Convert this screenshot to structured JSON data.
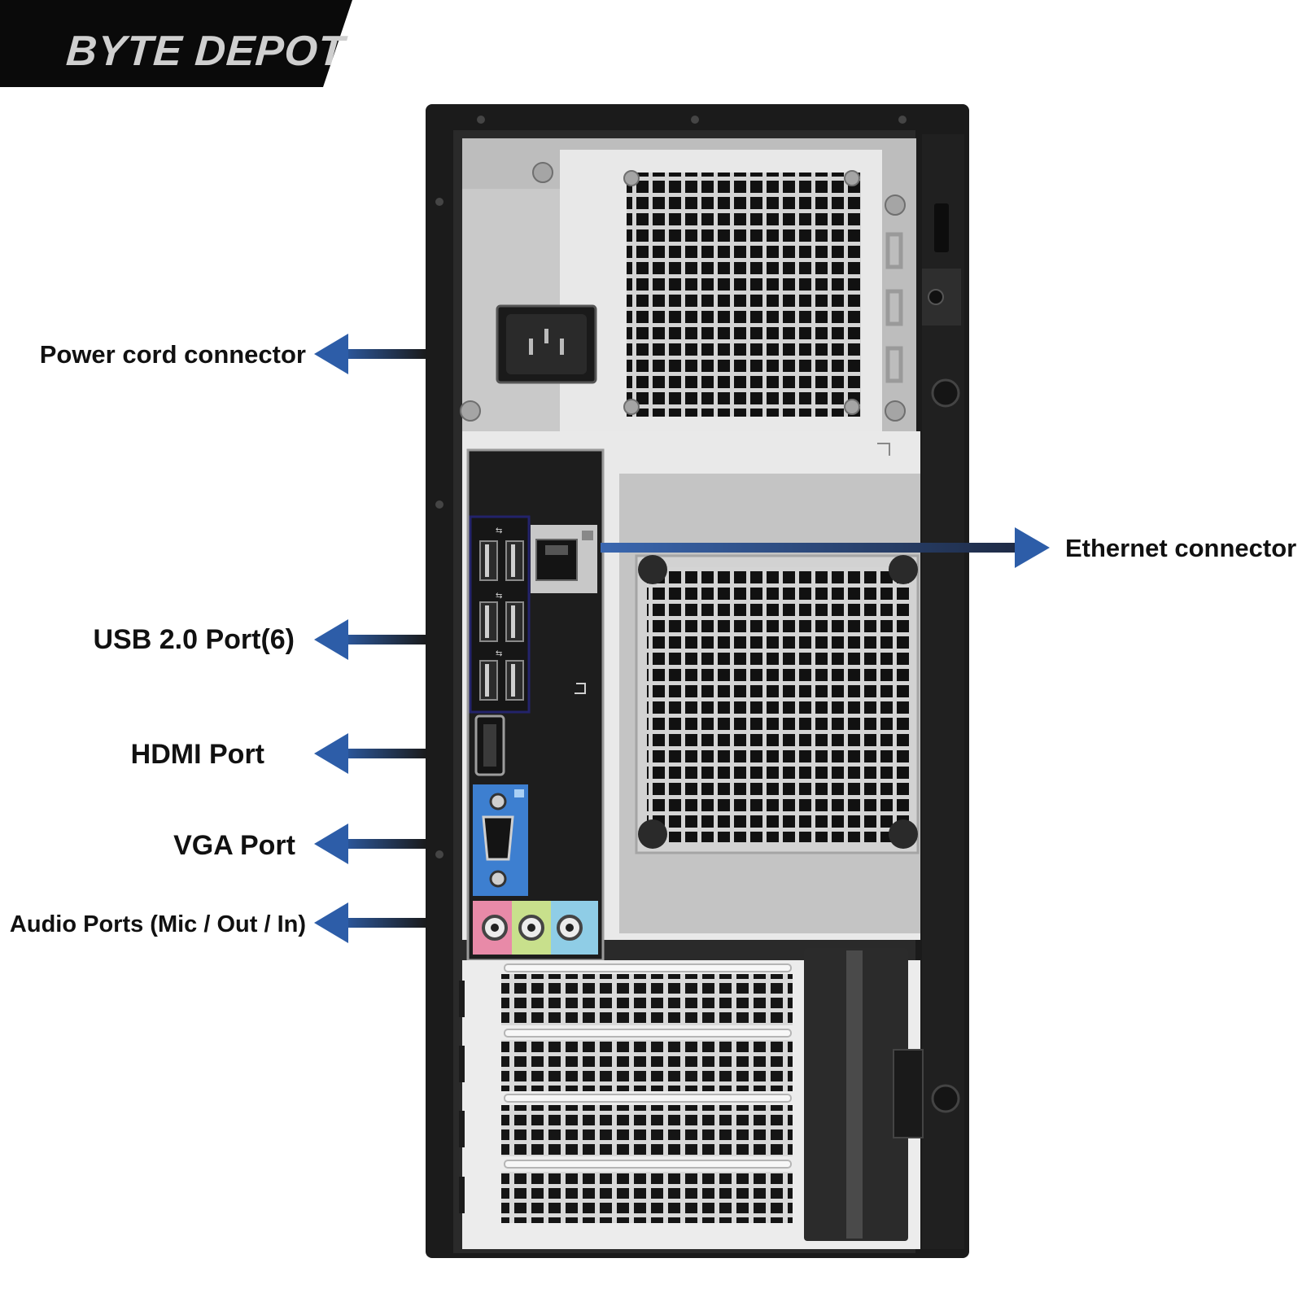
{
  "brand": {
    "name": "BYTE DEPOT"
  },
  "callouts": {
    "power": "Power cord connector",
    "ethernet": "Ethernet connector",
    "usb": "USB 2.0 Port(6)",
    "hdmi": "HDMI Port",
    "vga": "VGA Port",
    "audio": "Audio Ports (Mic / Out / In)"
  },
  "colors": {
    "arrow": "#2d5da8",
    "banner": "#0a0a0a",
    "chassis": "#1b1b1b",
    "panel": "#e6e6e6",
    "audio_mic": "#e88aa8",
    "audio_out": "#c8e08c",
    "audio_in": "#8fcde6",
    "vga_blue": "#3d7fd0"
  }
}
